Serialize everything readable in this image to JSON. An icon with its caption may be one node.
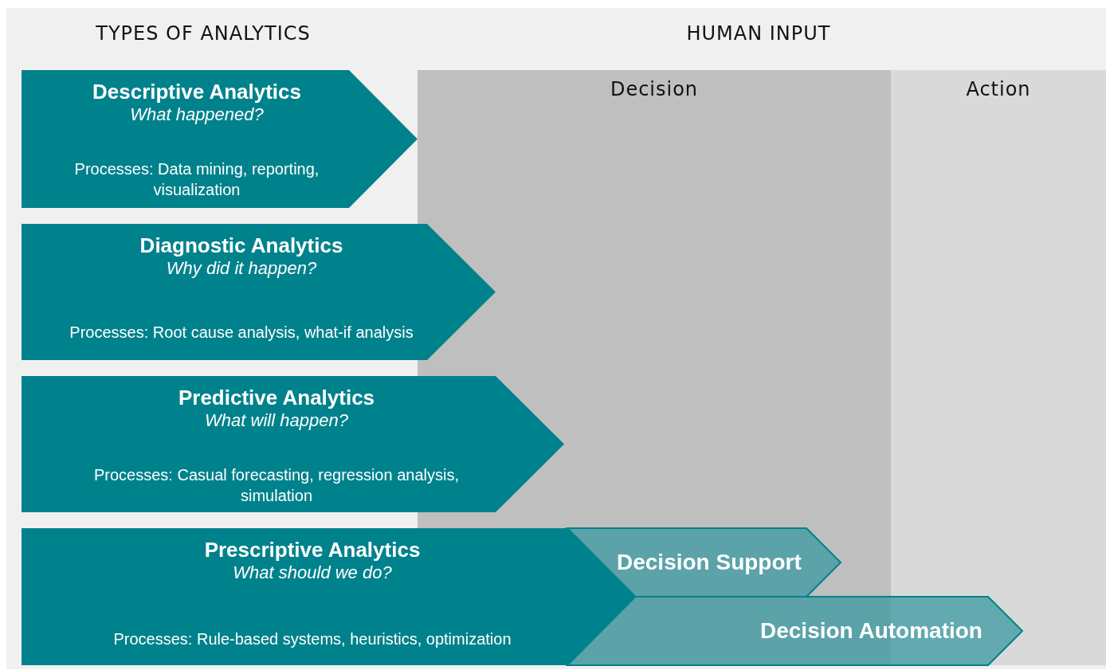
{
  "diagram": {
    "nodes": [
      {
        "text": [
          "Decision"
        ]
      },
      {
        "text": [
          "Action"
        ]
      },
      {
        "text": [
          "Descriptive Analytics",
          "What happened?",
          "Processes: Data mining, reporting, visualization"
        ]
      },
      {
        "text": [
          "Diagnostic Analytics",
          "Why did it happen?",
          "Processes: Root cause analysis, what-if analysis"
        ]
      },
      {
        "text": [
          "Predictive Analytics",
          "What will happen?",
          "Processes: Casual forecasting, regression analysis, simulation"
        ]
      },
      {
        "text": [
          "Prescriptive Analytics",
          "What should we do?",
          "Processes: Rule-based systems, heuristics, optimization"
        ]
      },
      {
        "text": [
          "Decision Support"
        ],
        "in": 0
      },
      {
        "text": [
          "Decision Automation"
        ]
      }
    ],
    "labels": [
      "TYPES OF ANALYTICS",
      "HUMAN INPUT"
    ]
  }
}
